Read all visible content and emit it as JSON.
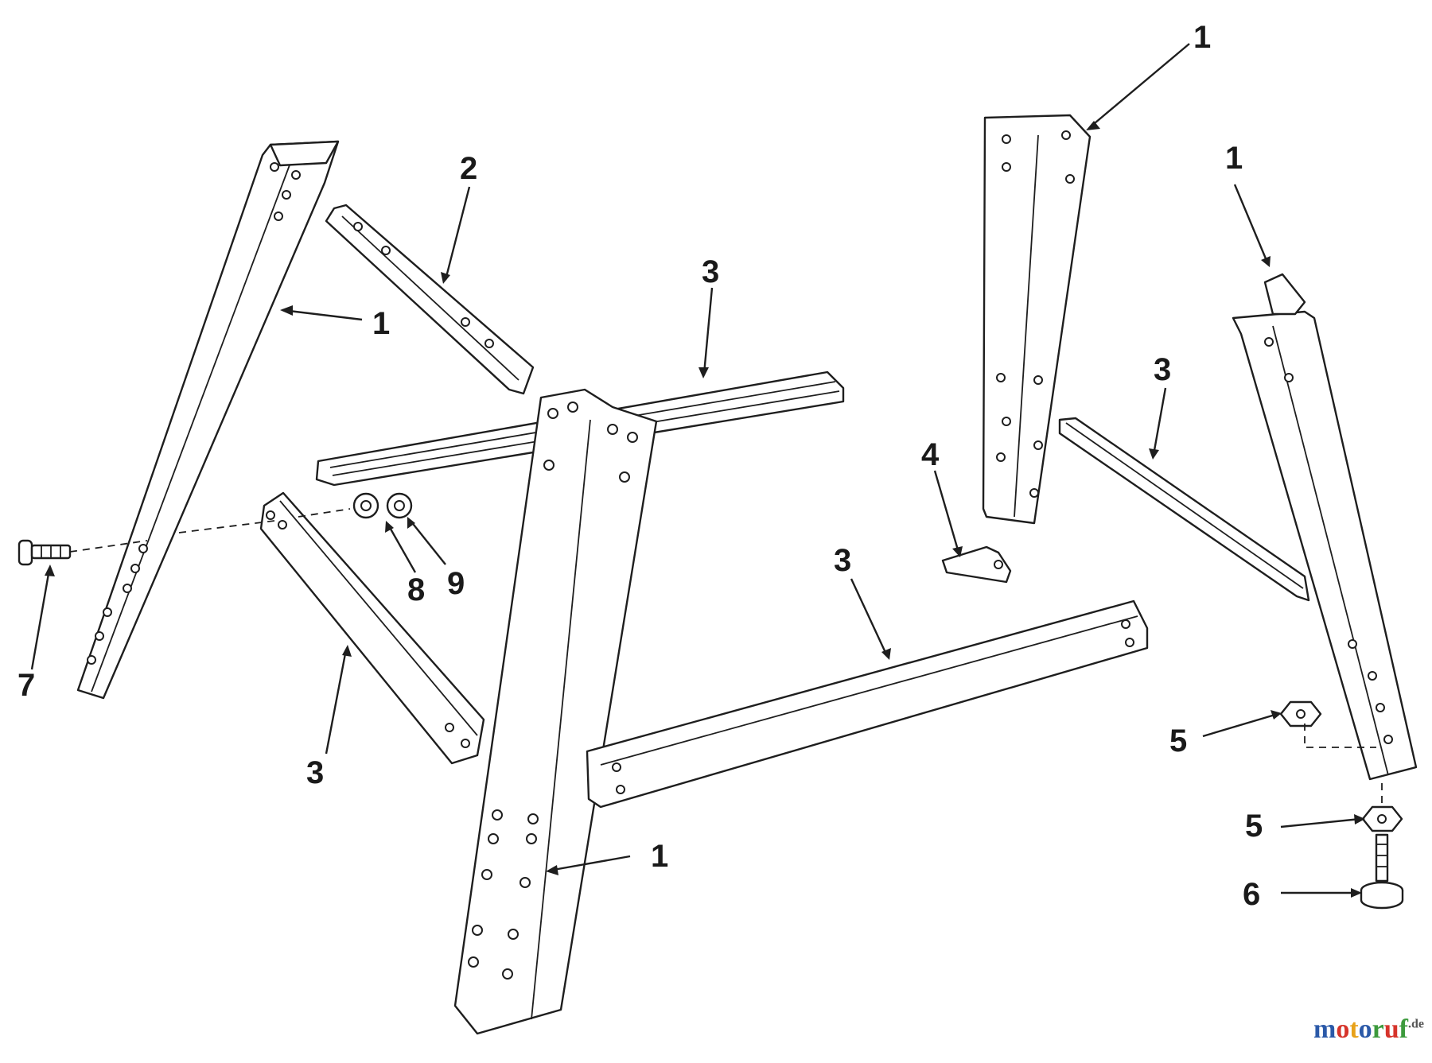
{
  "watermark": {
    "letters": [
      "m",
      "o",
      "t",
      "o",
      "r",
      "u",
      "f"
    ],
    "letter_colors": [
      "#2b59a8",
      "#d6342b",
      "#e8a21a",
      "#2b59a8",
      "#3c9a3c",
      "#d6342b",
      "#3c9a3c"
    ],
    "tld": ".de",
    "tld_color": "#555555"
  },
  "callouts": [
    {
      "id": "c-left-leg",
      "text": "1"
    },
    {
      "id": "c-brace-2",
      "text": "2"
    },
    {
      "id": "c-top-rail",
      "text": "3"
    },
    {
      "id": "c-short-brace",
      "text": "3"
    },
    {
      "id": "c-front-leg",
      "text": "1"
    },
    {
      "id": "c-long-rail",
      "text": "3"
    },
    {
      "id": "c-back-leg",
      "text": "1"
    },
    {
      "id": "c-right-leg",
      "text": "1"
    },
    {
      "id": "c-right-brace",
      "text": "3"
    },
    {
      "id": "c-bracket-4",
      "text": "4"
    },
    {
      "id": "c-nut-upper",
      "text": "5"
    },
    {
      "id": "c-nut-lower",
      "text": "5"
    },
    {
      "id": "c-foot-6",
      "text": "6"
    },
    {
      "id": "c-bolt-7",
      "text": "7"
    },
    {
      "id": "c-washer-8",
      "text": "8"
    },
    {
      "id": "c-washer-9",
      "text": "9"
    }
  ]
}
